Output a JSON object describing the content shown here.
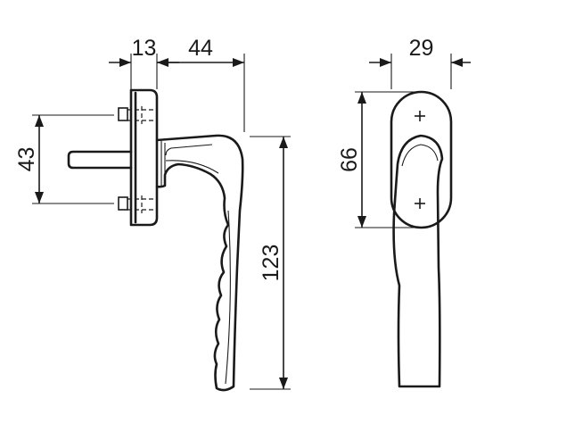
{
  "diagram": {
    "dimensions": [
      {
        "id": "rosette_depth",
        "label": "13"
      },
      {
        "id": "handle_projection",
        "label": "44"
      },
      {
        "id": "screw_spacing",
        "label": "43"
      },
      {
        "id": "handle_length",
        "label": "123"
      },
      {
        "id": "rosette_width",
        "label": "29"
      },
      {
        "id": "rosette_height",
        "label": "66"
      }
    ],
    "colors": {
      "stroke": "#1a1a1a",
      "background": "#ffffff"
    }
  }
}
